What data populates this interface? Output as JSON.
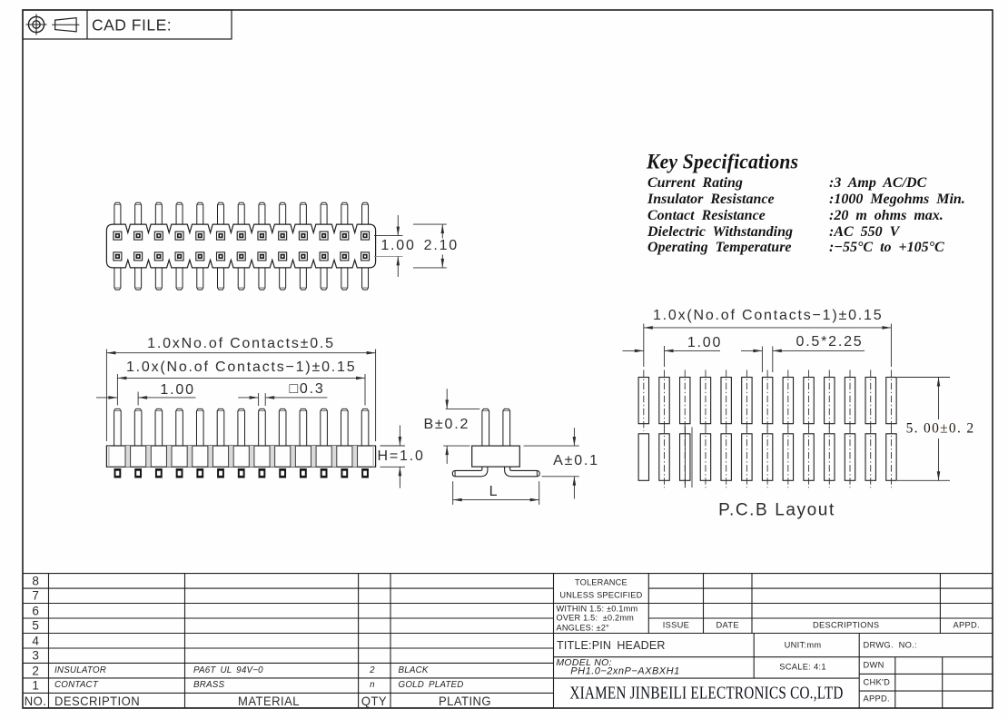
{
  "sheet": {
    "cad_file_label": "CAD FILE:"
  },
  "specs": {
    "title": "Key Specifications",
    "rows": [
      {
        "label": "Current Rating",
        "value": ":3 Amp AC/DC"
      },
      {
        "label": "Insulator Resistance",
        "value": ":1000 Megohms Min."
      },
      {
        "label": "Contact Resistance",
        "value": ":20 m ohms max."
      },
      {
        "label": "Dielectric Withstanding",
        "value": ":AC 550 V"
      },
      {
        "label": "Operating Temperature",
        "value": ":−55°C to +105°C"
      }
    ]
  },
  "views": {
    "top": {
      "dim_row_pitch": "1.00",
      "dim_overall": "2.10"
    },
    "front": {
      "dim_overall": "1.0xNo.of Contacts±0.5",
      "dim_span": "1.0x(No.of Contacts−1)±0.15",
      "dim_pitch": "1.00",
      "dim_pin": "□0.3",
      "dim_body_height": "H=1.0"
    },
    "side": {
      "dim_pin_height": "B±0.2",
      "dim_standoff": "A±0.1",
      "dim_foot_span": "L"
    },
    "pcb": {
      "label": "P.C.B Layout",
      "dim_span": "1.0x(No.of Contacts−1)±0.15",
      "dim_pitch": "1.00",
      "dim_pad": "0.5*2.25",
      "dim_row_span": "5. 00±0. 2"
    }
  },
  "bom": {
    "headers": {
      "no": "NO.",
      "description": "DESCRIPTION",
      "material": "MATERIAL",
      "qty": "QTY",
      "plating": "PLATING"
    },
    "row_numbers": [
      "8",
      "7",
      "6",
      "5",
      "4",
      "3",
      "2",
      "1"
    ],
    "items": [
      {
        "description": "INSULATOR",
        "material": "PA6T UL 94V−0",
        "qty": "2",
        "plating": "BLACK"
      },
      {
        "description": "CONTACT",
        "material": "BRASS",
        "qty": "n",
        "plating": "GOLD PLATED"
      }
    ]
  },
  "title_block": {
    "tolerance_line1": "TOLERANCE",
    "tolerance_line2": "UNLESS SPECIFIED",
    "tol_within": "WITHIN 1.5: ±0.1mm",
    "tol_over": "OVER 1.5:  ±0.2mm",
    "tol_angles": "ANGLES: ±2°",
    "issue": "ISSUE",
    "date": "DATE",
    "descriptions": "DESCRIPTIONS",
    "appd": "APPD.",
    "title": "TITLE:PIN HEADER",
    "unit": "UNIT:mm",
    "drwg_no": "DRWG.  NO.:",
    "model_label": "MODEL NO:",
    "model_no": "PH1.0−2xnP−AXBXH1",
    "scale": "SCALE: 4:1",
    "dwn": "DWN",
    "chkd": "CHK'D",
    "appd2": "APPD.",
    "company": "XIAMEN JINBEILI ELECTRONICS CO.,LTD"
  }
}
